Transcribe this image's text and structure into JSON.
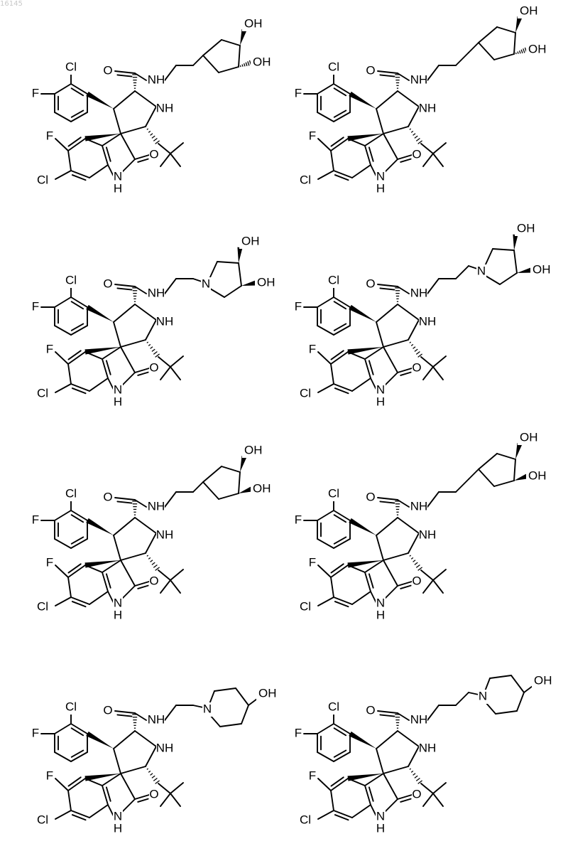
{
  "page_id": "16145",
  "labels": {
    "cl": "Cl",
    "f": "F",
    "nh": "NH",
    "n": "N",
    "h": "H",
    "o": "O",
    "oh": "OH"
  },
  "compounds": [
    {
      "linker": "ethyl",
      "ring": "cyclopentane-diol",
      "diol": "trans"
    },
    {
      "linker": "propyl",
      "ring": "cyclopentane-diol",
      "diol": "trans"
    },
    {
      "linker": "ethyl",
      "ring": "pyrrolidine-diol",
      "diol": "cis"
    },
    {
      "linker": "propyl",
      "ring": "pyrrolidine-diol",
      "diol": "cis"
    },
    {
      "linker": "ethyl",
      "ring": "cyclopentane-diol",
      "diol": "cis"
    },
    {
      "linker": "propyl",
      "ring": "cyclopentane-diol",
      "diol": "cis"
    },
    {
      "linker": "ethyl",
      "ring": "piperidin-4-ol",
      "diol": "none"
    },
    {
      "linker": "propyl",
      "ring": "piperidin-4-ol",
      "diol": "none"
    }
  ]
}
